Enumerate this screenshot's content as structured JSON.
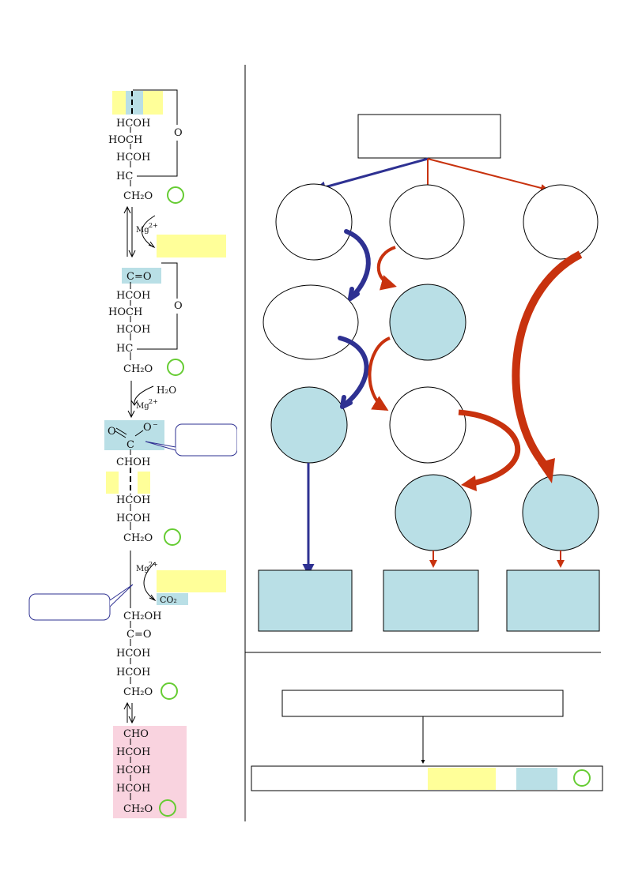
{
  "colors": {
    "yellow": "#ffff99",
    "blue_fill": "#b9dfe6",
    "blue_arrow": "#2e3192",
    "red_arrow": "#c8320e",
    "pink": "#f9d3df",
    "phosphate_circle": "#66cc33",
    "divider": "#000000"
  },
  "chem": {
    "s1": {
      "r1": "HCOH",
      "r2": "HOCH",
      "r3": "HCOH",
      "r4": "HC",
      "r5": "CH₂O",
      "ring_o": "O"
    },
    "mg_label": "Mg",
    "mg_charge": "2+",
    "s2": {
      "r0": "C=O",
      "r1": "HCOH",
      "r2": "HOCH",
      "r3": "HCOH",
      "r4": "HC",
      "r5": "CH₂O",
      "ring_o": "O"
    },
    "water": "H₂O",
    "s3": {
      "o_left": "O",
      "carb_c": "C",
      "o_right": "O",
      "o_charge": "−",
      "r1": "CHOH",
      "r2": "HCOH",
      "r3": "HCOH",
      "r5": "CH₂O"
    },
    "co2": "CO₂",
    "s4": {
      "r0": "CH₂OH",
      "r1": "C=O",
      "r2": "HCOH",
      "r3": "HCOH",
      "r5": "CH₂O"
    },
    "s5": {
      "r0": "CHO",
      "r1": "HCOH",
      "r2": "HCOH",
      "r3": "HCOH",
      "r5": "CH₂O"
    }
  }
}
